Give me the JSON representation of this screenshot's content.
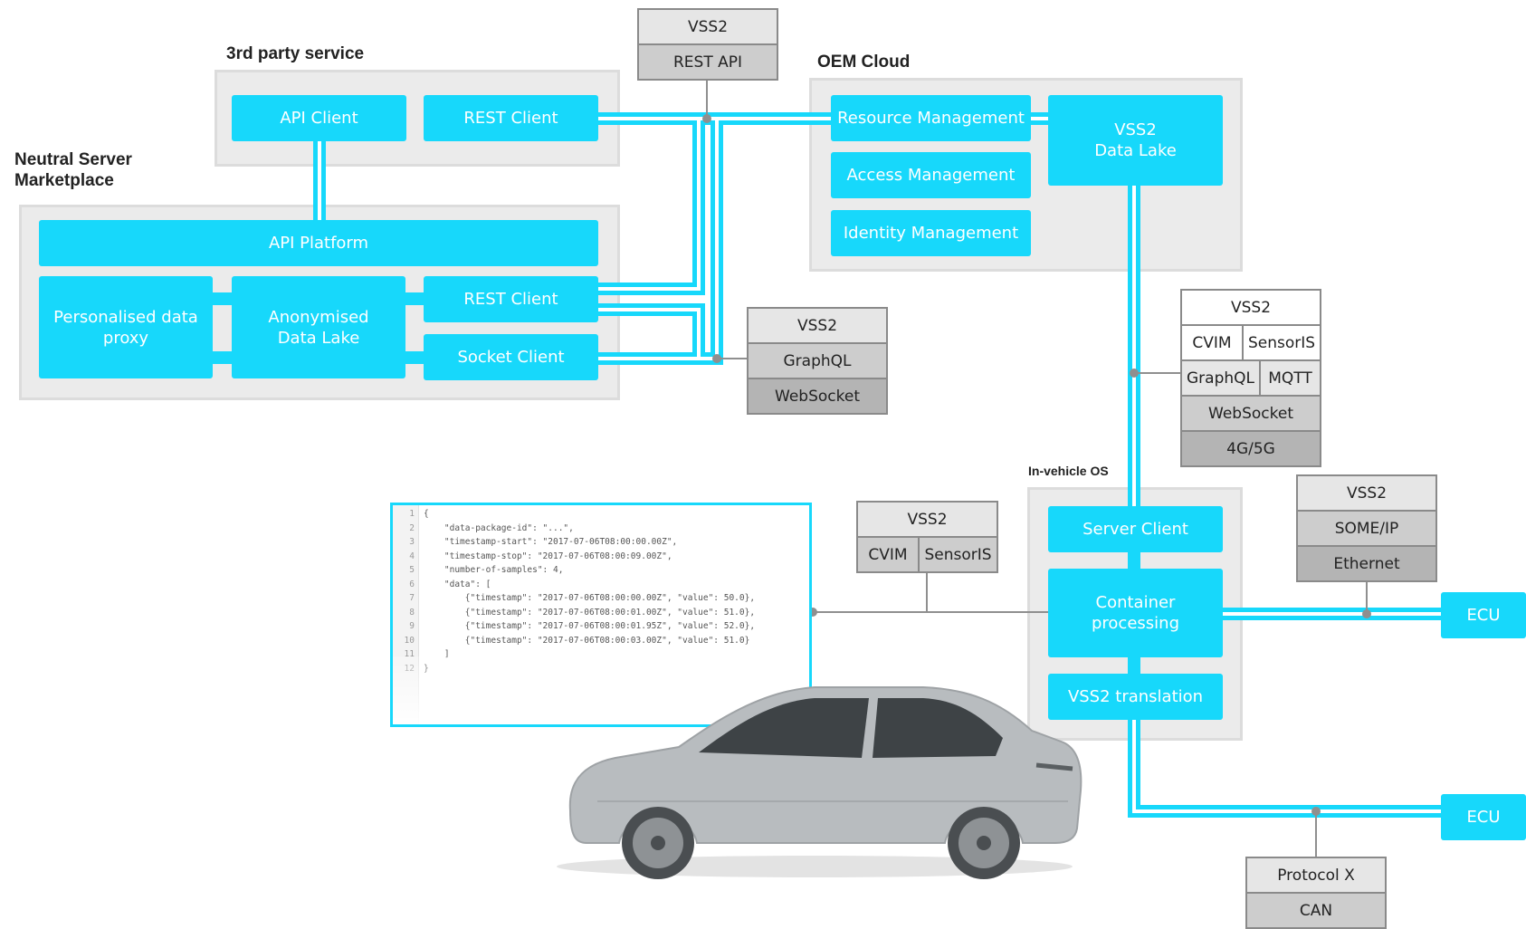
{
  "groups": {
    "third_party": "3rd party service",
    "neutral_server": "Neutral Server\nMarketplace",
    "oem_cloud": "OEM Cloud",
    "in_vehicle": "In-vehicle OS"
  },
  "boxes": {
    "api_client": "API Client",
    "rest_client_top": "REST Client",
    "api_platform": "API Platform",
    "personalised_proxy": "Personalised data\nproxy",
    "anonymised_lake": "Anonymised\nData Lake",
    "rest_client_mid": "REST Client",
    "socket_client": "Socket Client",
    "resource_mgmt": "Resource Management",
    "access_mgmt": "Access Management",
    "identity_mgmt": "Identity Management",
    "vss2_lake": "VSS2\nData Lake",
    "server_client": "Server Client",
    "container_processing": "Container\nprocessing",
    "vss2_translation": "VSS2 translation",
    "ecu_top": "ECU",
    "ecu_bottom": "ECU"
  },
  "stacks": {
    "rest_api": {
      "rows": [
        [
          "VSS2"
        ],
        [
          "REST API"
        ]
      ]
    },
    "graphql": {
      "rows": [
        [
          "VSS2"
        ],
        [
          "GraphQL"
        ],
        [
          "WebSocket"
        ]
      ]
    },
    "vehicle_link": {
      "rows": [
        [
          "VSS2"
        ],
        [
          "CVIM",
          "SensorIS"
        ],
        [
          "GraphQL",
          "MQTT"
        ],
        [
          "WebSocket"
        ],
        [
          "4G/5G"
        ]
      ]
    },
    "cvim": {
      "rows": [
        [
          "VSS2"
        ],
        [
          "CVIM",
          "SensorIS"
        ]
      ]
    },
    "someip": {
      "rows": [
        [
          "VSS2"
        ],
        [
          "SOME/IP"
        ],
        [
          "Ethernet"
        ]
      ]
    },
    "can": {
      "rows": [
        [
          "Protocol X"
        ],
        [
          "CAN"
        ]
      ]
    }
  },
  "code": {
    "lines": [
      "{",
      "    \"data-package-id\": \"...\",",
      "    \"timestamp-start\": \"2017-07-06T08:00:00.00Z\",",
      "    \"timestamp-stop\": \"2017-07-06T08:00:09.00Z\",",
      "    \"number-of-samples\": 4,",
      "    \"data\": [",
      "        {\"timestamp\": \"2017-07-06T08:00:00.00Z\", \"value\": 50.0},",
      "        {\"timestamp\": \"2017-07-06T08:00:01.00Z\", \"value\": 51.0},",
      "        {\"timestamp\": \"2017-07-06T08:00:01.95Z\", \"value\": 52.0},",
      "        {\"timestamp\": \"2017-07-06T08:00:03.00Z\", \"value\": 51.0}",
      "    ]",
      "}"
    ]
  },
  "colors": {
    "accent": "#17d8fb",
    "group_bg": "#ebebeb",
    "stack_border": "#8a8a8a",
    "car_body": "#b8bcbf"
  }
}
